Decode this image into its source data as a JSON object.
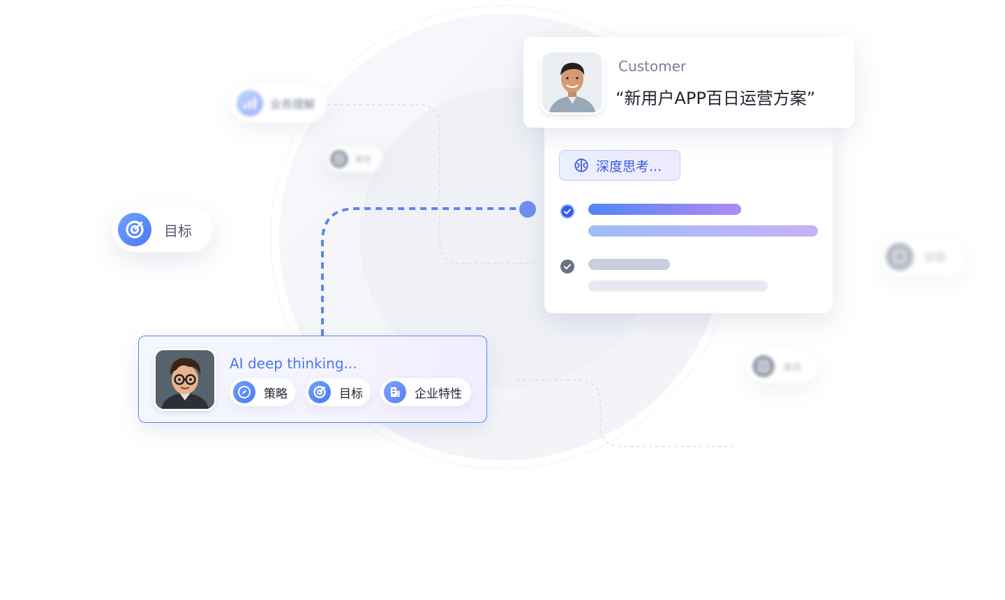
{
  "customer": {
    "role": "Customer",
    "quote": "“新用户APP百日运营方案”",
    "avatar_icon": "person-photo-icon"
  },
  "thinking": {
    "badge_label": "深度思考...",
    "badge_icon": "brain-icon",
    "steps": [
      {
        "status": "done",
        "icon": "check-circle-icon"
      },
      {
        "status": "pending",
        "icon": "check-circle-icon"
      }
    ]
  },
  "ai_agent": {
    "title": "AI deep thinking...",
    "avatar_icon": "cartoon-avatar-icon",
    "tags": [
      {
        "label": "策略",
        "icon": "compass-icon"
      },
      {
        "label": "目标",
        "icon": "target-icon"
      },
      {
        "label": "企业特性",
        "icon": "building-icon"
      }
    ]
  },
  "floating_chips": {
    "business": {
      "label": "业务理解",
      "icon": "chart-icon"
    },
    "info_top": {
      "label": "资讯",
      "icon": "document-icon"
    },
    "goal": {
      "label": "目标",
      "icon": "target-icon"
    },
    "finance": {
      "label": "财报",
      "icon": "document-icon"
    },
    "info_bottom": {
      "label": "资讯",
      "icon": "document-icon"
    }
  },
  "colors": {
    "accent": "#4a74f0",
    "connector": "#5b86f0",
    "text_dark": "#1e2330",
    "muted": "#8d95a8"
  }
}
